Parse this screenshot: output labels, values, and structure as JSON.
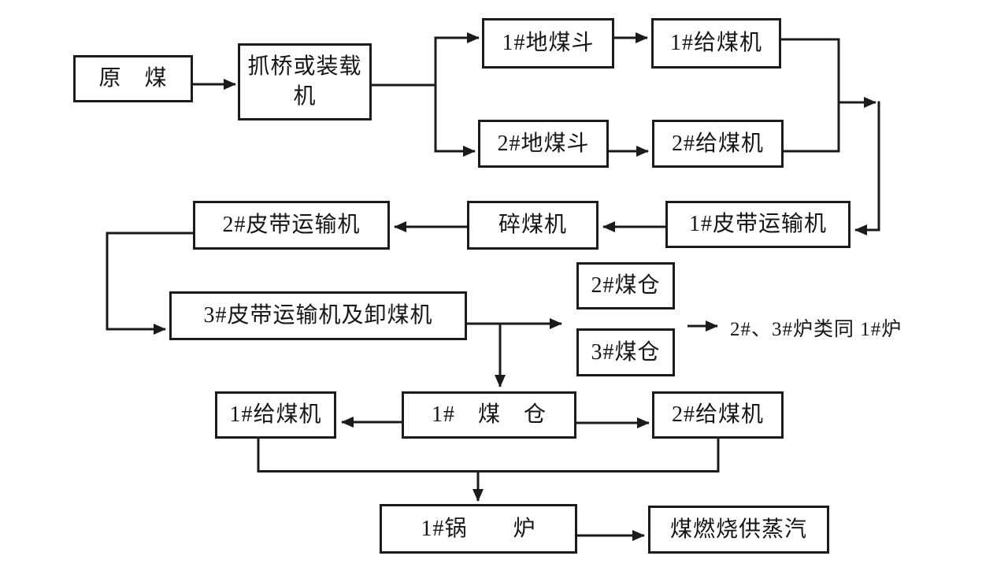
{
  "nodes": {
    "raw_coal": {
      "label": "原　煤"
    },
    "grab_bridge": {
      "label": "抓桥或装载",
      "label2": "机"
    },
    "hopper_1": {
      "label": "1#地煤斗"
    },
    "feeder_1_top": {
      "label": "1#给煤机"
    },
    "hopper_2": {
      "label": "2#地煤斗"
    },
    "feeder_2_top": {
      "label": "2#给煤机"
    },
    "belt_1": {
      "label": "1#皮带运输机"
    },
    "crusher": {
      "label": "碎煤机"
    },
    "belt_2": {
      "label": "2#皮带运输机"
    },
    "belt_3": {
      "label": "3#皮带运输机及卸煤机"
    },
    "bunker_2": {
      "label": "2#煤仓"
    },
    "bunker_3": {
      "label": "3#煤仓"
    },
    "feeder_1_bottom": {
      "label": "1#给煤机"
    },
    "bunker_1": {
      "label": "1#　煤　仓"
    },
    "feeder_2_bottom": {
      "label": "2#给煤机"
    },
    "boiler_1": {
      "label": "1#锅　　炉"
    },
    "steam": {
      "label": "煤燃烧供蒸汽"
    }
  },
  "annotations": {
    "side_note": "2#、3#炉类同 1#炉"
  },
  "edges": [
    {
      "from": "raw_coal",
      "to": "grab_bridge"
    },
    {
      "from": "grab_bridge",
      "to": "hopper_1"
    },
    {
      "from": "grab_bridge",
      "to": "hopper_2"
    },
    {
      "from": "hopper_1",
      "to": "feeder_1_top"
    },
    {
      "from": "hopper_2",
      "to": "feeder_2_top"
    },
    {
      "from": "feeder_1_top",
      "to": "belt_1"
    },
    {
      "from": "feeder_2_top",
      "to": "belt_1"
    },
    {
      "from": "belt_1",
      "to": "crusher"
    },
    {
      "from": "crusher",
      "to": "belt_2"
    },
    {
      "from": "belt_2",
      "to": "belt_3"
    },
    {
      "from": "belt_3",
      "to": "bunker_2"
    },
    {
      "from": "belt_3",
      "to": "bunker_3"
    },
    {
      "from": "belt_3",
      "to": "bunker_1"
    },
    {
      "from": "bunker_2",
      "to": "side_note"
    },
    {
      "from": "bunker_3",
      "to": "side_note"
    },
    {
      "from": "bunker_1",
      "to": "feeder_1_bottom"
    },
    {
      "from": "bunker_1",
      "to": "feeder_2_bottom"
    },
    {
      "from": "feeder_1_bottom",
      "to": "boiler_1"
    },
    {
      "from": "feeder_2_bottom",
      "to": "boiler_1"
    },
    {
      "from": "boiler_1",
      "to": "steam"
    }
  ],
  "colors": {
    "ink": "#1b1b1b",
    "background": "#ffffff"
  }
}
